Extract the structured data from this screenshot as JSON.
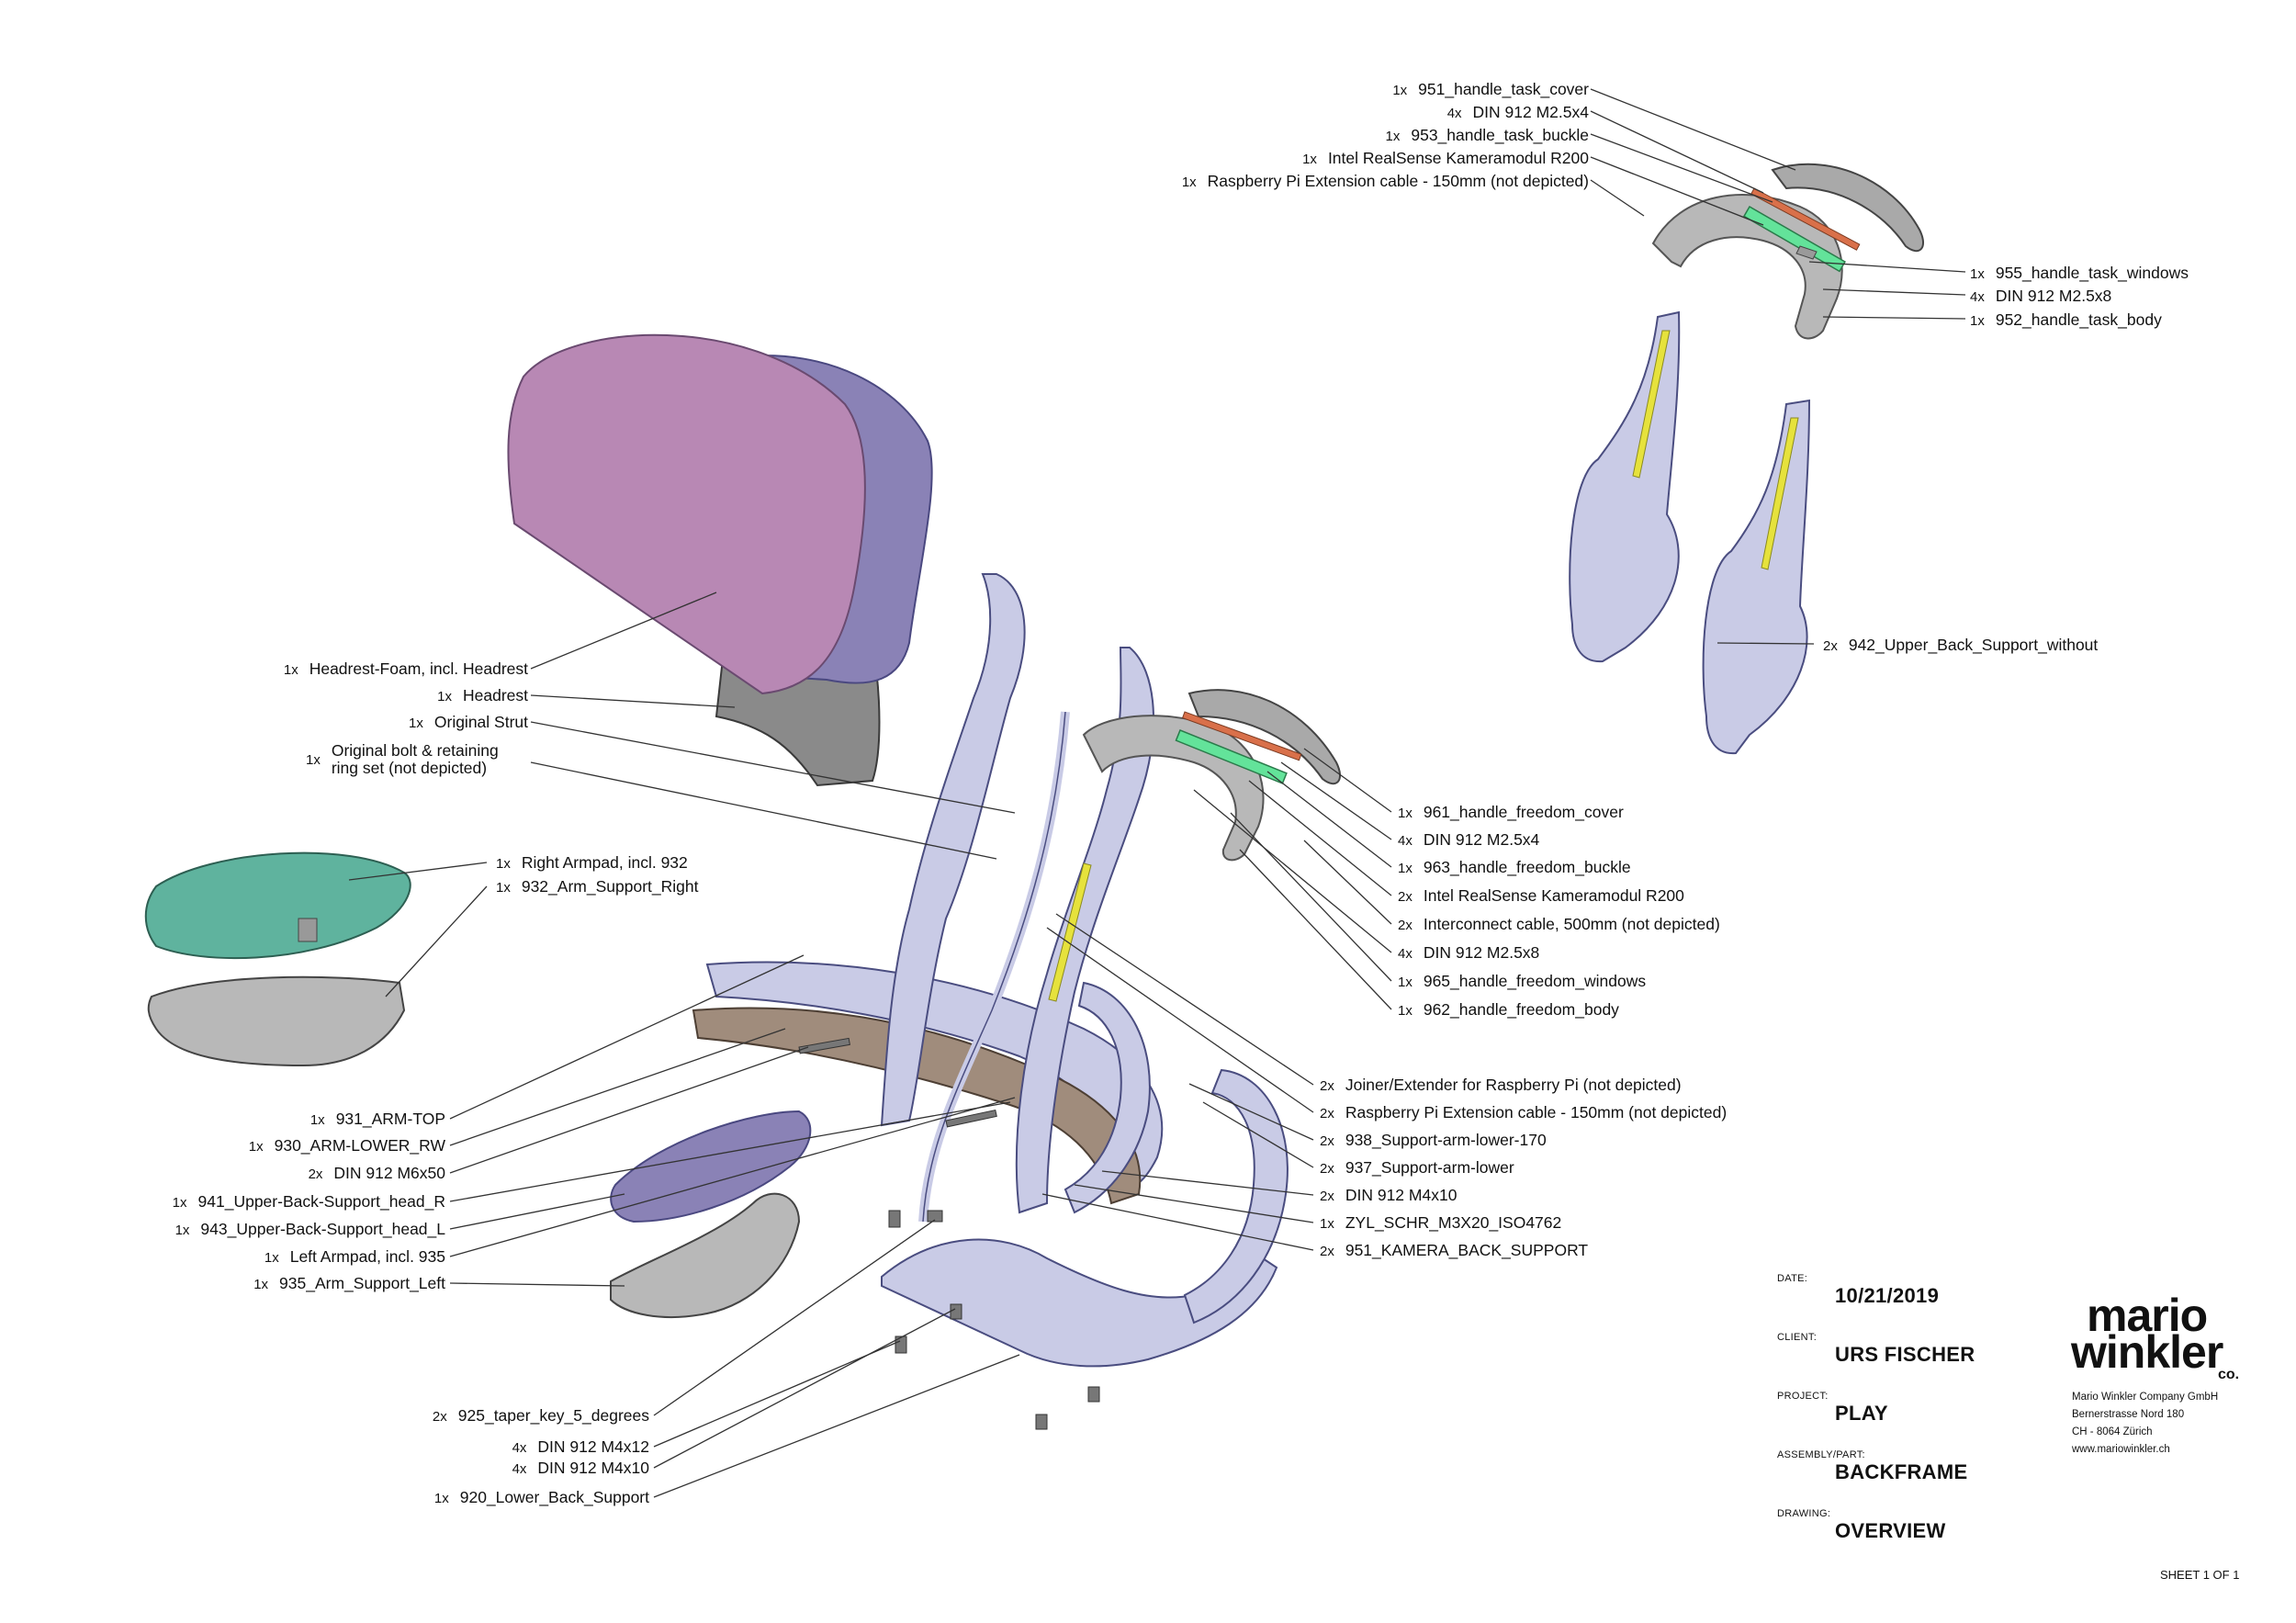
{
  "callouts_top_right": [
    {
      "qty": "1x",
      "name": "951_handle_task_cover"
    },
    {
      "qty": "4x",
      "name": "DIN 912 M2.5x4"
    },
    {
      "qty": "1x",
      "name": "953_handle_task_buckle"
    },
    {
      "qty": "1x",
      "name": "Intel RealSense Kameramodul R200"
    },
    {
      "qty": "1x",
      "name": "Raspberry Pi Extension cable - 150mm (not depicted)"
    }
  ],
  "callouts_task_right": [
    {
      "qty": "1x",
      "name": "955_handle_task_windows"
    },
    {
      "qty": "4x",
      "name": "DIN 912 M2.5x8"
    },
    {
      "qty": "1x",
      "name": "952_handle_task_body"
    }
  ],
  "callout_upper_back": {
    "qty": "2x",
    "name": "942_Upper_Back_Support_without"
  },
  "callouts_left_top": [
    {
      "qty": "1x",
      "name": "Headrest-Foam, incl. Headrest"
    },
    {
      "qty": "1x",
      "name": "Headrest"
    },
    {
      "qty": "1x",
      "name": "Original Strut"
    },
    {
      "qty": "1x",
      "name": "Original bolt & retaining",
      "name2": "ring set (not depicted)"
    }
  ],
  "callouts_armpad_right": [
    {
      "qty": "1x",
      "name": "Right Armpad, incl. 932"
    },
    {
      "qty": "1x",
      "name": "932_Arm_Support_Right"
    }
  ],
  "callouts_freedom": [
    {
      "qty": "1x",
      "name": "961_handle_freedom_cover"
    },
    {
      "qty": "4x",
      "name": "DIN 912 M2.5x4"
    },
    {
      "qty": "1x",
      "name": "963_handle_freedom_buckle"
    },
    {
      "qty": "2x",
      "name": "Intel RealSense Kameramodul R200"
    },
    {
      "qty": "2x",
      "name": "Interconnect cable, 500mm (not depicted)"
    },
    {
      "qty": "4x",
      "name": "DIN 912 M2.5x8"
    },
    {
      "qty": "1x",
      "name": "965_handle_freedom_windows"
    },
    {
      "qty": "1x",
      "name": "962_handle_freedom_body"
    }
  ],
  "callouts_right_lower": [
    {
      "qty": "2x",
      "name": "Joiner/Extender for Raspberry Pi (not depicted)"
    },
    {
      "qty": "2x",
      "name": "Raspberry Pi Extension cable - 150mm (not depicted)"
    },
    {
      "qty": "2x",
      "name": "938_Support-arm-lower-170"
    },
    {
      "qty": "2x",
      "name": "937_Support-arm-lower"
    },
    {
      "qty": "2x",
      "name": "DIN 912 M4x10"
    },
    {
      "qty": "1x",
      "name": "ZYL_SCHR_M3X20_ISO4762"
    },
    {
      "qty": "2x",
      "name": "951_KAMERA_BACK_SUPPORT"
    }
  ],
  "callouts_left_lower": [
    {
      "qty": "1x",
      "name": "931_ARM-TOP"
    },
    {
      "qty": "1x",
      "name": "930_ARM-LOWER_RW"
    },
    {
      "qty": "2x",
      "name": "DIN 912 M6x50"
    },
    {
      "qty": "1x",
      "name": "941_Upper-Back-Support_head_R"
    },
    {
      "qty": "1x",
      "name": "943_Upper-Back-Support_head_L"
    },
    {
      "qty": "1x",
      "name": "Left Armpad, incl. 935"
    },
    {
      "qty": "1x",
      "name": "935_Arm_Support_Left"
    }
  ],
  "callouts_bottom": [
    {
      "qty": "2x",
      "name": "925_taper_key_5_degrees"
    },
    {
      "qty": "4x",
      "name": "DIN 912 M4x12"
    },
    {
      "qty": "4x",
      "name": "DIN 912 M4x10"
    },
    {
      "qty": "1x",
      "name": "920_Lower_Back_Support"
    }
  ],
  "title_block": {
    "date_label": "DATE:",
    "date": "10/21/2019",
    "client_label": "CLIENT:",
    "client": "URS FISCHER",
    "project_label": "PROJECT:",
    "project": "PLAY",
    "assembly_label": "ASSEMBLY/PART:",
    "assembly": "BACKFRAME",
    "drawing_label": "DRAWING:",
    "drawing": "OVERVIEW",
    "sheet": "SHEET 1 OF 1"
  },
  "company": {
    "logo_line1": "mario",
    "logo_line2": "winkler",
    "logo_suffix": "co.",
    "address": [
      "Mario Winkler Company GmbH",
      "Bernerstrasse Nord 180",
      "CH - 8064 Zürich",
      "www.mariowinkler.ch"
    ]
  },
  "colors": {
    "headrest_pink": "#b888b4",
    "headrest_purple": "#8a82b6",
    "frame_lavender": "#c9cbe6",
    "armpad_teal": "#5fb39e",
    "part_gray": "#b8b8b8",
    "arm_brown": "#a08c7c",
    "sensor_green": "#63e39a",
    "cable_orange": "#d9704a",
    "highlight_yellow": "#e6e23c",
    "leader_line": "#333333"
  }
}
